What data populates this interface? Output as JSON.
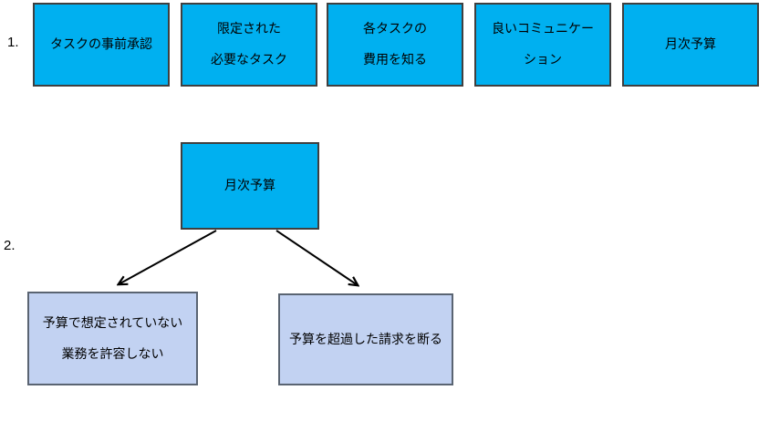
{
  "colors": {
    "primary_fill": "#00B0F0",
    "primary_border": "#3F3F3F",
    "secondary_fill": "#C2D2F2",
    "secondary_border": "#5A6472",
    "arrow": "#000000"
  },
  "section1": {
    "label": "1.",
    "boxes": [
      {
        "text": "タスクの事前承認"
      },
      {
        "text": "限定された\n必要なタスク"
      },
      {
        "text": "各タスクの\n費用を知る"
      },
      {
        "text": "良いコミュニケー\nション"
      },
      {
        "text": "月次予算"
      }
    ]
  },
  "section2": {
    "label": "2.",
    "root": {
      "text": "月次予算"
    },
    "children": [
      {
        "text": "予算で想定されていない\n業務を許容しない"
      },
      {
        "text": "予算を超過した請求を断る"
      }
    ]
  }
}
